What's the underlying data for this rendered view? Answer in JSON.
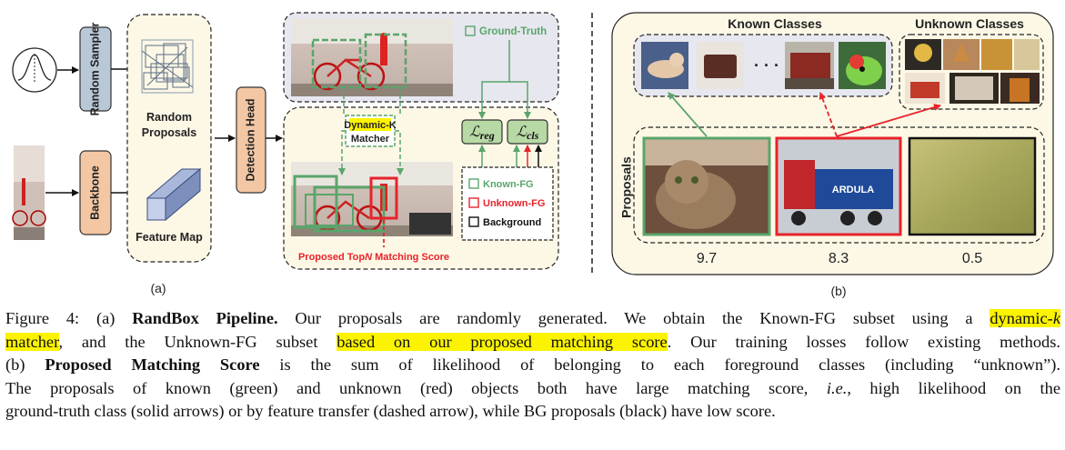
{
  "panel_a": {
    "random_sampler": "Random Sampler",
    "random_proposals": "Random Proposals",
    "backbone": "Backbone",
    "feature_map": "Feature Map",
    "detection_head": "Detection Head",
    "dynamic_k_matcher_line1": "Dynamic-K",
    "dynamic_k_matcher_line2": "Matcher",
    "ground_truth": "Ground-Truth",
    "loss_reg": "reg",
    "loss_cls": "cls",
    "legend_known": "Known-FG",
    "legend_unknown": "Unknown-FG",
    "legend_bg": "Background",
    "matching_score_prefix": "Proposed Top",
    "matching_score_n": "N",
    "matching_score_suffix": " Matching Score",
    "label": "(a)"
  },
  "panel_b": {
    "known_classes": "Known Classes",
    "unknown_classes": "Unknown Classes",
    "ellipsis": "· · ·",
    "proposals": "Proposals",
    "score_cat": "9.7",
    "score_truck": "8.3",
    "score_grass": "0.5",
    "label": "(b)"
  },
  "colors": {
    "green": "#5aa56b",
    "red": "#e8232a",
    "gray_fill": "#e6e7ef",
    "cream_fill": "#fdf8e6",
    "highlight": "#fbf300",
    "sampler_fill": "#b9c8d6",
    "backbone_fill": "#f3c7a4",
    "loss_fill": "#b7d9a5"
  },
  "caption": {
    "l1_a": "Figure 4: (a) ",
    "l1_b": "RandBox Pipeline.",
    "l1_c": " Our proposals are randomly generated. We obtain the Known-FG subset using a ",
    "l1_d": "dynamic-",
    "l1_k": "k",
    "l2_a": "matcher",
    "l2_b": ", and the Unknown-FG subset ",
    "l2_c": "based on our proposed matching score",
    "l2_d": ". Our training losses follow existing methods.",
    "l3_a": "(b) ",
    "l3_b": "Proposed Matching Score",
    "l3_c": " is the sum of likelihood of belonging to each foreground classes (including “unknown”).",
    "l4_a": "The proposals of known (green) and unknown (red) objects both have large matching score, ",
    "l4_ie": "i.e.",
    "l4_b": ", high likelihood on the",
    "l5": "ground-truth class (solid arrows) or by feature transfer (dashed arrow), while BG proposals (black) have low score."
  }
}
